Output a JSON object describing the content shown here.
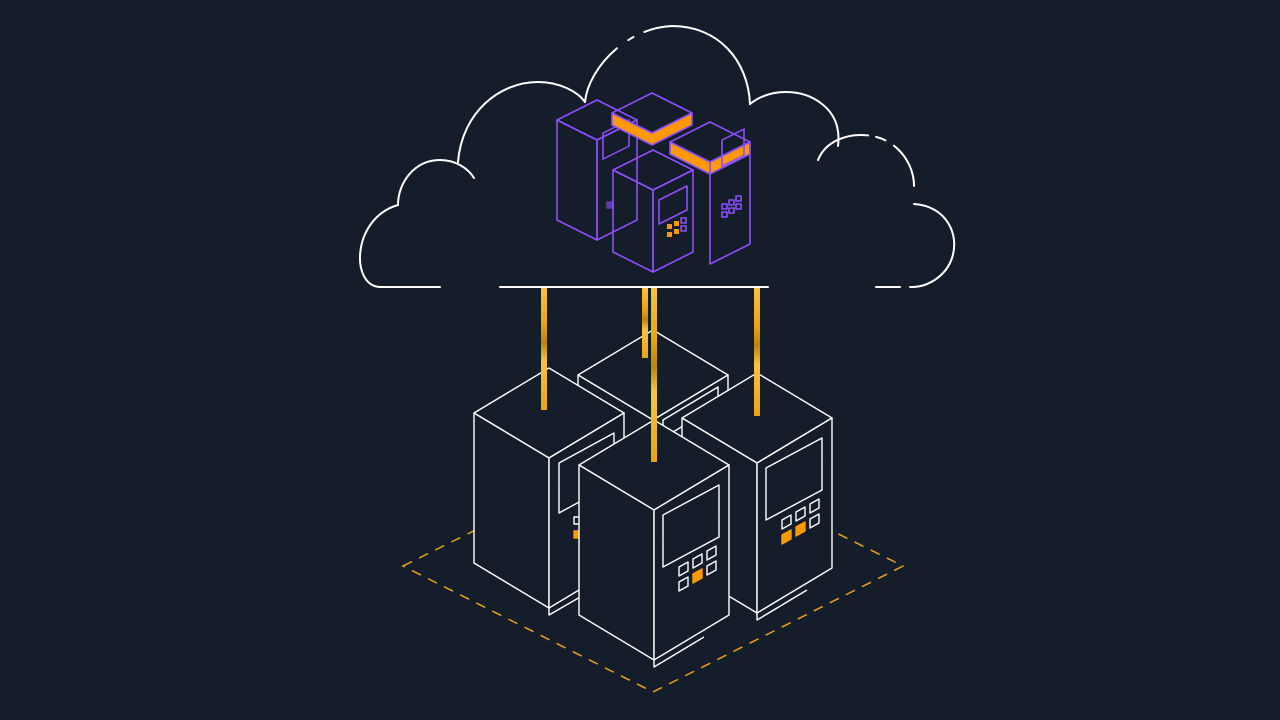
{
  "colors": {
    "background": "#161d2a",
    "line": "#ffffff",
    "cloud_server": "#8c4fff",
    "accent": "#ff9900",
    "link_gold": "#f5c542",
    "link_dark": "#b8860b"
  },
  "icons": {
    "cloud": "cloud-icon",
    "cloud_server": "server-icon",
    "onprem_server": "server-icon",
    "floor": "dashed-area-icon"
  },
  "cloud": {
    "server_count": 4
  },
  "on_premises": {
    "server_count": 4,
    "link_count": 4
  }
}
